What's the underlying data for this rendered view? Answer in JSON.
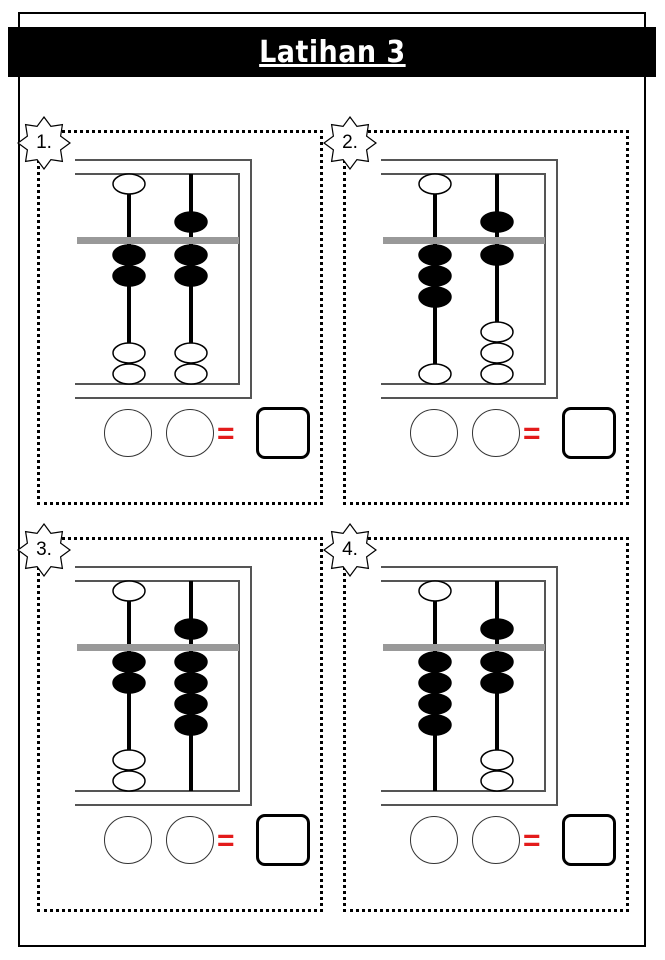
{
  "page": {
    "title": "Latihan 3"
  },
  "colors": {
    "equals": "#e31b1b",
    "bead_active": "#000000",
    "bead_inactive": "#ffffff",
    "bar": "#999999"
  },
  "exercises": [
    {
      "number": "1.",
      "equals_sign": "=",
      "tens": {
        "upper_active": false,
        "lower_active": 2
      },
      "ones": {
        "upper_active": true,
        "lower_active": 2
      }
    },
    {
      "number": "2.",
      "equals_sign": "=",
      "tens": {
        "upper_active": false,
        "lower_active": 3
      },
      "ones": {
        "upper_active": true,
        "lower_active": 1
      }
    },
    {
      "number": "3.",
      "equals_sign": "=",
      "tens": {
        "upper_active": false,
        "lower_active": 2
      },
      "ones": {
        "upper_active": true,
        "lower_active": 4
      }
    },
    {
      "number": "4.",
      "equals_sign": "=",
      "tens": {
        "upper_active": false,
        "lower_active": 4
      },
      "ones": {
        "upper_active": true,
        "lower_active": 2
      }
    }
  ]
}
